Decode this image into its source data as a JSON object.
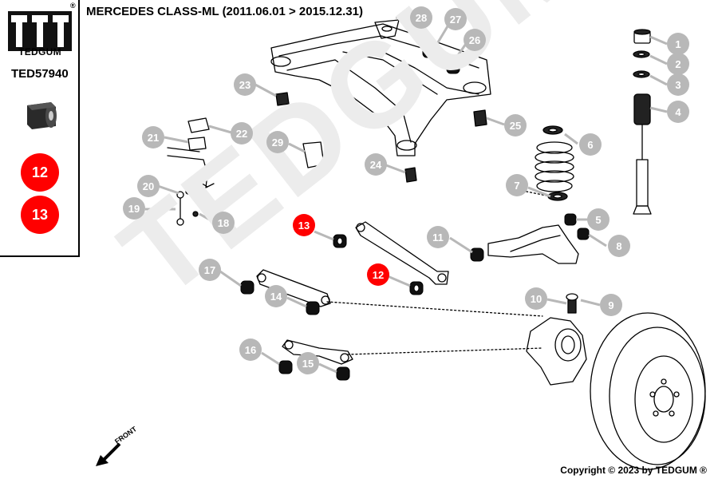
{
  "header": {
    "brand": "TEDGUM",
    "registered_mark": "®",
    "part_number": "TED57940",
    "title": "MERCEDES CLASS-ML (2011.06.01 > 2015.12.31)"
  },
  "highlighted_positions": [
    "12",
    "13"
  ],
  "callouts": [
    {
      "label": "1"
    },
    {
      "label": "2"
    },
    {
      "label": "3"
    },
    {
      "label": "4"
    },
    {
      "label": "5"
    },
    {
      "label": "6"
    },
    {
      "label": "7"
    },
    {
      "label": "8"
    },
    {
      "label": "9"
    },
    {
      "label": "10"
    },
    {
      "label": "11"
    },
    {
      "label": "12",
      "highlighted": true
    },
    {
      "label": "13",
      "highlighted": true
    },
    {
      "label": "14"
    },
    {
      "label": "15"
    },
    {
      "label": "16"
    },
    {
      "label": "17"
    },
    {
      "label": "18"
    },
    {
      "label": "19"
    },
    {
      "label": "20"
    },
    {
      "label": "21"
    },
    {
      "label": "22"
    },
    {
      "label": "23"
    },
    {
      "label": "24"
    },
    {
      "label": "25"
    },
    {
      "label": "26"
    },
    {
      "label": "27"
    },
    {
      "label": "28"
    },
    {
      "label": "29"
    }
  ],
  "watermark": "TEDGUM",
  "front_indicator": "FRONT",
  "footer": {
    "copyright": "Copyright © 2023 by TEDGUM ®"
  },
  "colors": {
    "highlight": "#ff0000",
    "callout_grey": "#b8b8b8",
    "watermark": "#ececec"
  }
}
